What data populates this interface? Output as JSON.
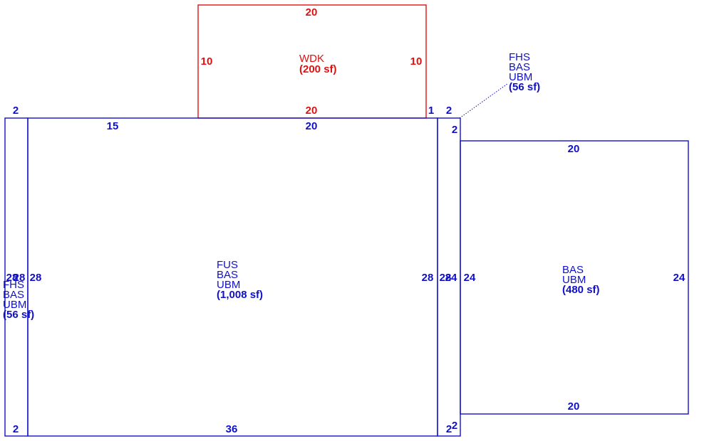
{
  "colors": {
    "living": "#1010c8",
    "deck": "#e01010",
    "background": "#ffffff"
  },
  "areas": {
    "wdk": {
      "codes": [
        "WDK"
      ],
      "area": "(200 sf)",
      "dims": {
        "top": "20",
        "left": "10",
        "right": "10",
        "bottom": "20",
        "bottom_right": "1"
      }
    },
    "fhs_left": {
      "codes": [
        "FHS",
        "BAS",
        "UBM"
      ],
      "area": "(56 sf)",
      "dims": {
        "top": "2",
        "bottom": "2",
        "left": "28",
        "right": "28"
      }
    },
    "fus_main": {
      "codes": [
        "FUS",
        "BAS",
        "UBM"
      ],
      "area": "(1,008 sf)",
      "dims": {
        "top_left": "15",
        "top_right": "20",
        "bottom": "36",
        "left": "28",
        "right": "28"
      }
    },
    "fhs_right": {
      "codes": [
        "FHS",
        "BAS",
        "UBM"
      ],
      "area": "(56 sf)",
      "dims": {
        "top_outer": "2",
        "top_inner": "2",
        "bottom_outer": "2",
        "bottom_inner": "2",
        "left": "28",
        "right": "24"
      }
    },
    "bas_right": {
      "codes": [
        "BAS",
        "UBM"
      ],
      "area": "(480 sf)",
      "dims": {
        "top": "20",
        "bottom": "20",
        "left": "24",
        "right": "24"
      }
    }
  }
}
